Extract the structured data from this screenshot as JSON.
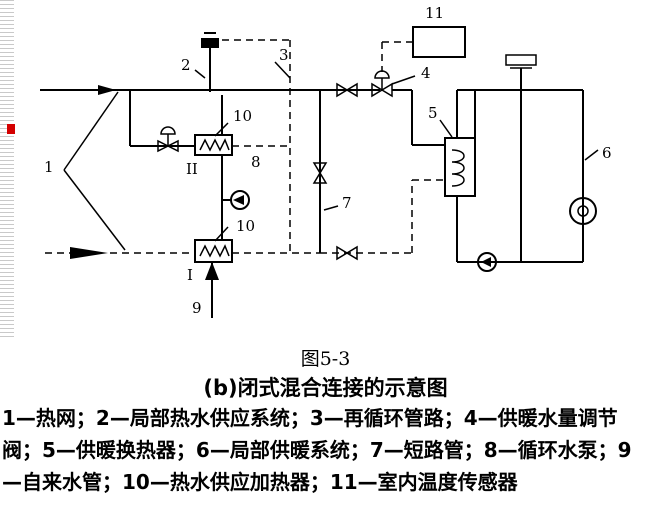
{
  "diagram": {
    "labels": {
      "n1": "1",
      "n2": "2",
      "n3": "3",
      "n4": "4",
      "n5": "5",
      "n6": "6",
      "n7": "7",
      "n8": "8",
      "n9": "9",
      "n10a": "10",
      "n10b": "10",
      "n11": "11",
      "roman1": "I",
      "roman2": "II"
    }
  },
  "caption": {
    "figure_number": "图5-3",
    "subtitle": "(b)闭式混合连接的示意图",
    "legend": "1—热网；2—局部热水供应系统；3—再循环管路；4—供暖水量调节阀；5—供暖换热器；6—局部供暖系统；7—短路管；8—循环水泵；9—自来水管；10—热水供应加热器；11—室内温度传感器"
  }
}
